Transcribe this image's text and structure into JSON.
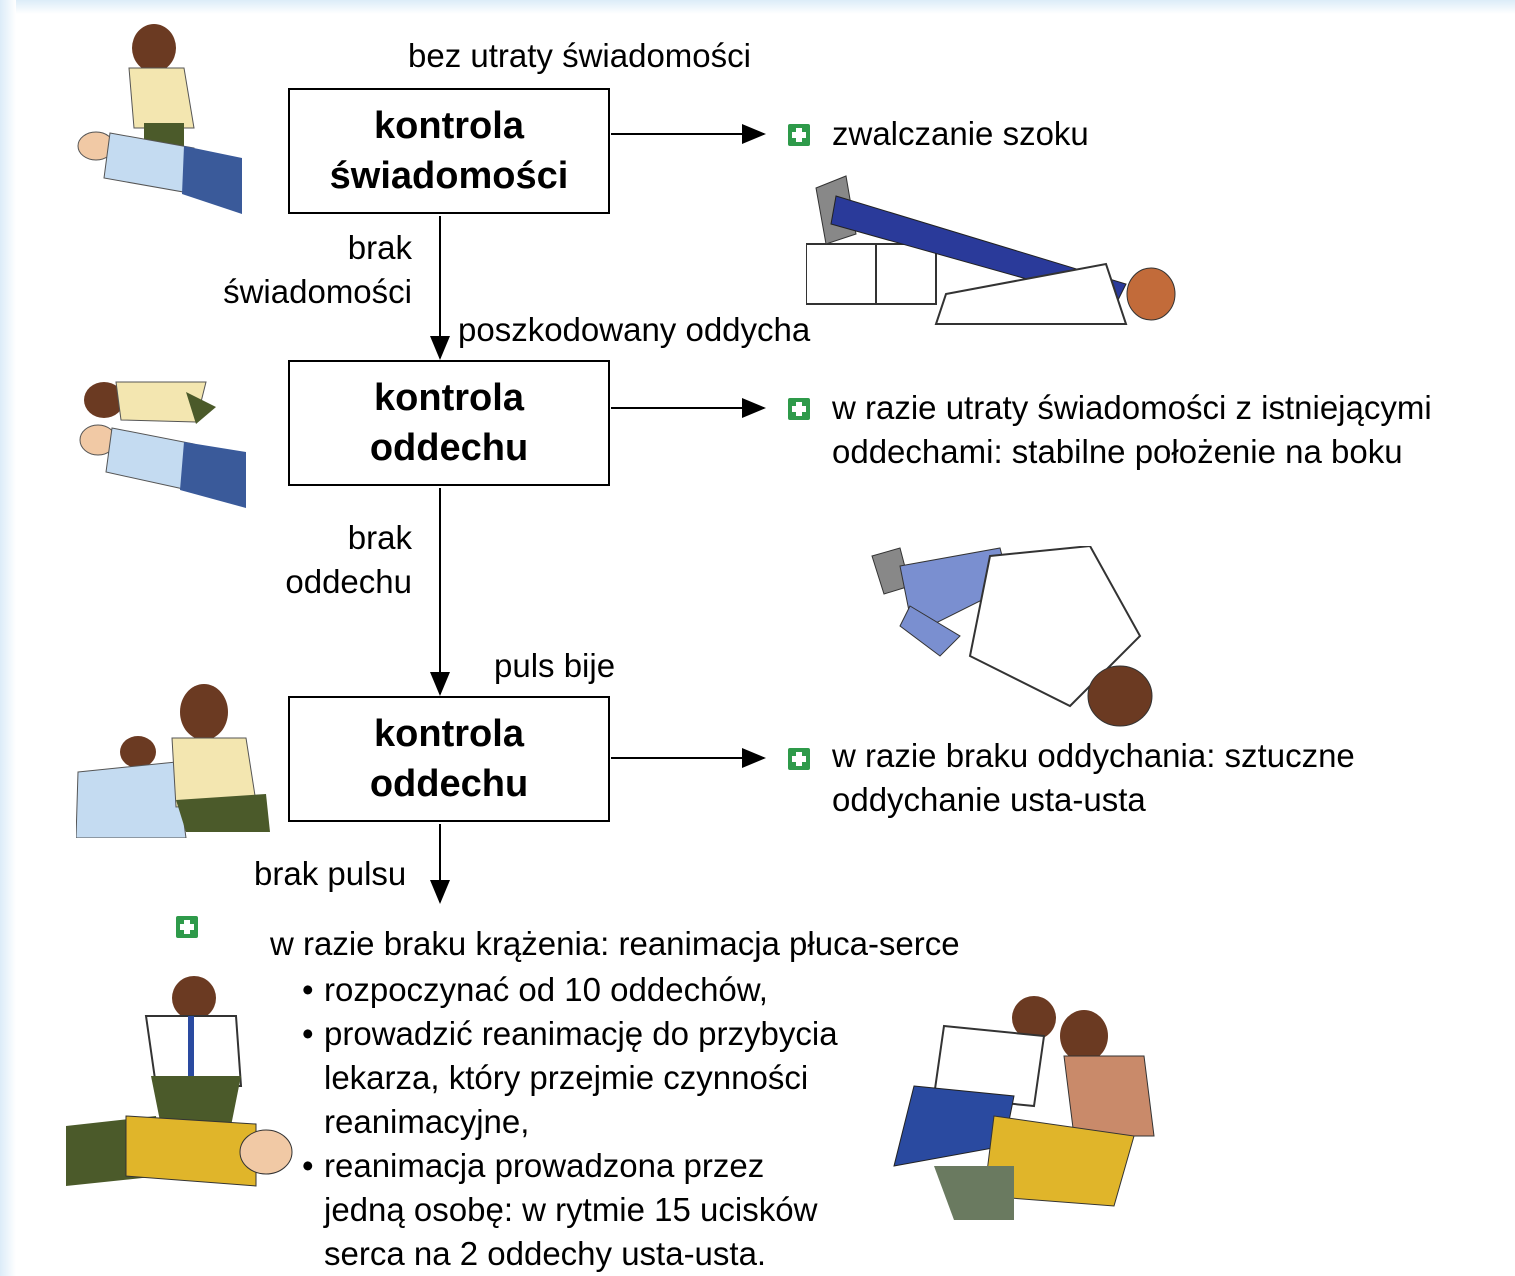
{
  "flow": {
    "label_no_loss": "bez utraty świadomości",
    "box1": {
      "line1": "kontrola",
      "line2": "świadomości"
    },
    "label_no_consc_1": "brak",
    "label_no_consc_2": "świadomości",
    "label_breathing": "poszkodowany oddycha",
    "box2": {
      "line1": "kontrola",
      "line2": "oddechu"
    },
    "label_no_breath_1": "brak",
    "label_no_breath_2": "oddechu",
    "label_pulse": "puls bije",
    "box3": {
      "line1": "kontrola",
      "line2": "oddechu"
    },
    "label_no_pulse": "brak pulsu"
  },
  "actions": {
    "shock": "zwalczanie szoku",
    "recovery_1": "w razie utraty świadomości z istniejącymi",
    "recovery_2": "oddechami: stabilne położenie na boku",
    "rescue_1": "w razie braku oddychania: sztuczne",
    "rescue_2": "oddychanie usta-usta"
  },
  "cpr": {
    "heading": "w razie braku krążenia: reanimacja płuca-serce",
    "bullets": [
      {
        "lines": [
          "rozpoczynać od 10 oddechów,"
        ]
      },
      {
        "lines": [
          "prowadzić reanimację do przybycia",
          "lekarza, który przejmie czynności",
          "reanimacyjne,"
        ]
      },
      {
        "lines": [
          "reanimacja prowadzona przez",
          "jedną osobę: w rytmie 15 ucisków",
          "serca na 2 oddechy usta-usta."
        ]
      }
    ]
  },
  "colors": {
    "first_aid_green": "#2e9a4a",
    "shirt_blue": "#bcd6ee",
    "jeans": "#3a5a9a",
    "yellow_shirt": "#e0b52a"
  },
  "icons": [
    "first-aid-cross-icon"
  ]
}
